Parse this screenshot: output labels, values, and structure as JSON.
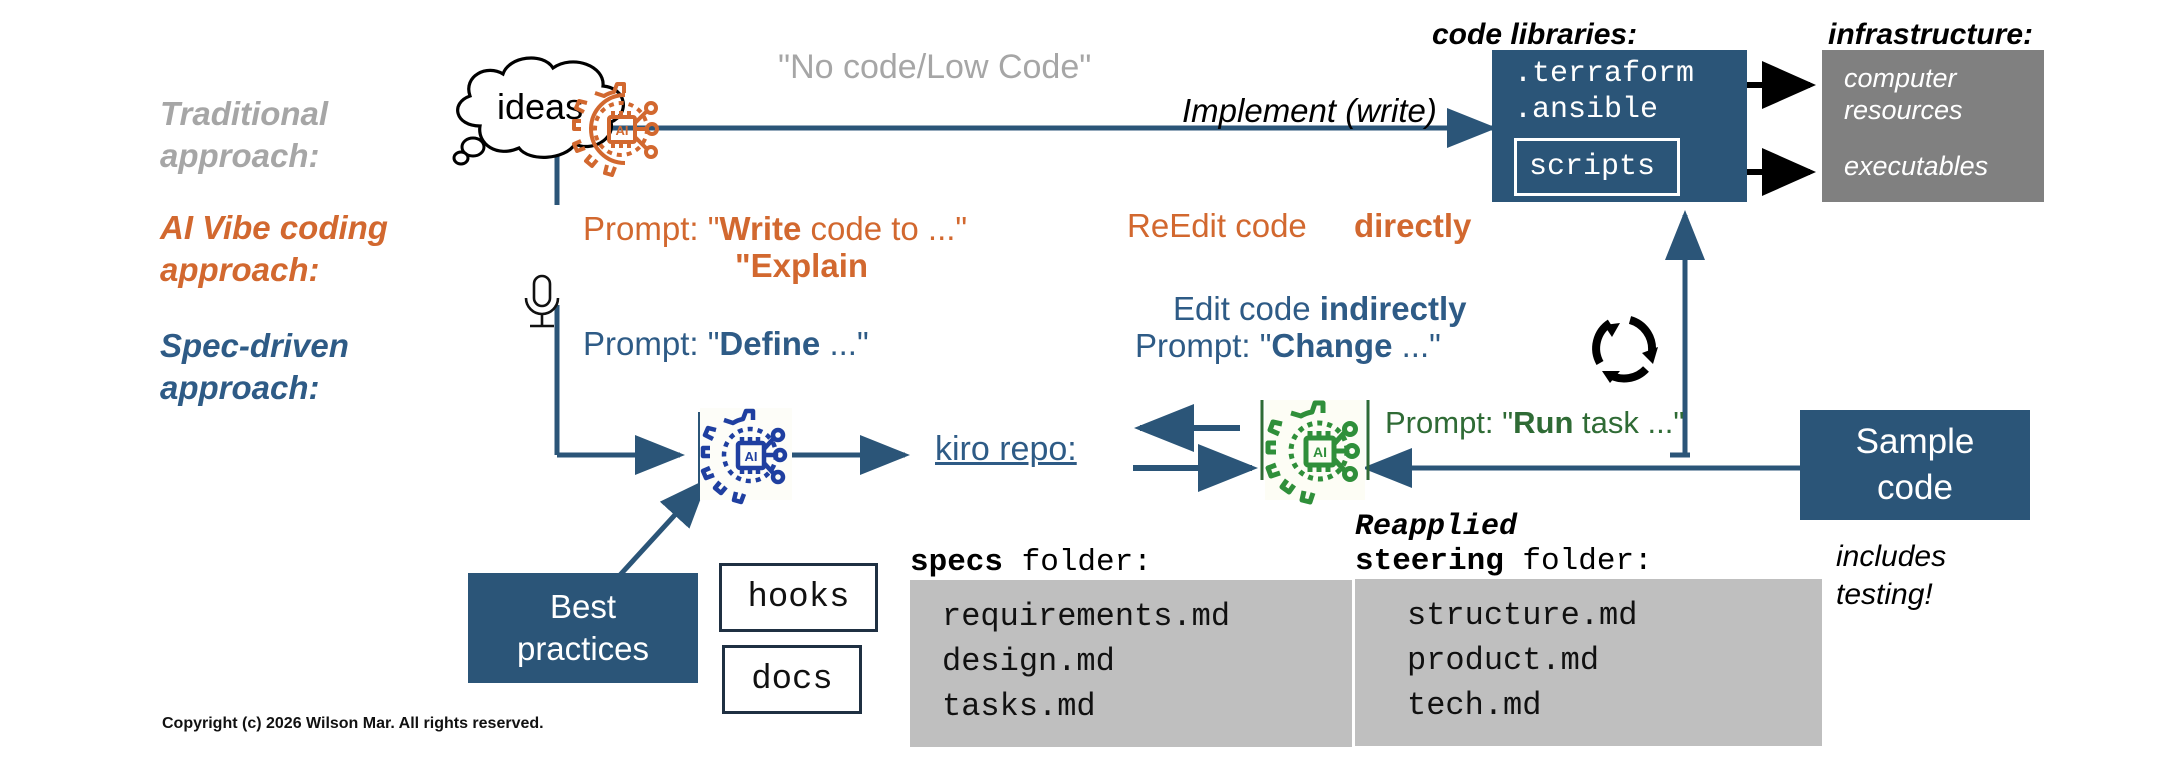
{
  "colors": {
    "navy": "#2b5578",
    "orange": "#d2682f",
    "gray": "#a6a6a6",
    "darkgray": "#808080",
    "green": "#2f6b35",
    "blue_text": "#2e5b86"
  },
  "approaches": [
    {
      "line1": "Traditional",
      "line2": "approach:"
    },
    {
      "line1": "AI Vibe coding",
      "line2": "approach:"
    },
    {
      "line1": "Spec-driven",
      "line2": "approach:"
    }
  ],
  "cloud": {
    "label": "ideas"
  },
  "icons": {
    "orange_ai": "ai-chip-gear-icon",
    "blue_ai": "ai-chip-gear-icon",
    "green_ai": "ai-chip-gear-icon",
    "microphone": "microphone-icon",
    "recycle": "circular-arrows-icon"
  },
  "labels": {
    "no_code": "\"No code/Low Code\"",
    "implement": "Implement (write)",
    "re": "Re",
    "edit_code_direct": "Edit code",
    "directly": "directly",
    "edit_code_indirect": "Edit code",
    "indirectly": "indirectly",
    "kiro_repo": "kiro repo:"
  },
  "prompts": {
    "vibe_line1_prefix": "Prompt: \"",
    "vibe_line1_bold": "Write",
    "vibe_line1_suffix": " code to ...\"",
    "vibe_line2": "\"Explain",
    "spec_prefix": "Prompt: \"",
    "spec_bold": "Define",
    "spec_suffix": " ...\"",
    "change_prefix": "Prompt: \"",
    "change_bold": "Change",
    "change_suffix": " ...\"",
    "run_prefix": "Prompt: \"",
    "run_bold": "Run",
    "run_suffix": " task ...\""
  },
  "code_libraries": {
    "title": "code libraries:",
    "items": [
      ".terraform",
      ".ansible"
    ],
    "scripts_label": "scripts"
  },
  "infrastructure": {
    "title": "infrastructure:",
    "items": [
      "computer\nresources",
      "executables"
    ],
    "item1_line1": "computer",
    "item1_line2": "resources",
    "item2": "executables"
  },
  "sample_code": {
    "line1": "Sample",
    "line2": "code",
    "note_line1": "includes",
    "note_line2": "testing!"
  },
  "best_practices": {
    "line1": "Best",
    "line2": "practices"
  },
  "small_boxes": [
    {
      "label": "hooks"
    },
    {
      "label": "docs"
    }
  ],
  "folders": [
    {
      "bold": "specs",
      "rest": " folder:",
      "reapplied": "",
      "files": [
        "requirements.md",
        "design.md",
        "tasks.md"
      ]
    },
    {
      "bold": "steering",
      "rest": " folder:",
      "reapplied": "Reapplied",
      "files": [
        "structure.md",
        "product.md",
        "tech.md"
      ]
    }
  ],
  "copyright": "Copyright (c) 2026 Wilson Mar. All rights reserved."
}
